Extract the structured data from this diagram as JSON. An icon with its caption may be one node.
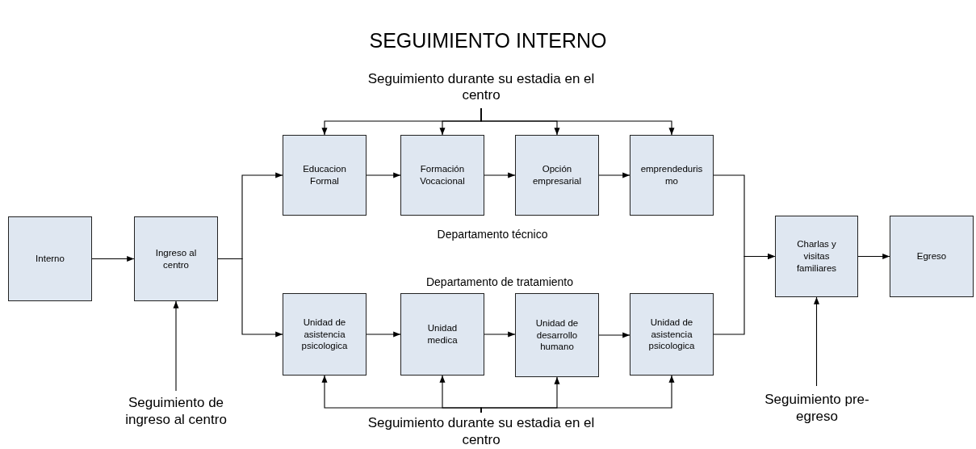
{
  "diagram": {
    "title": "SEGUIMIENTO INTERNO",
    "nodes": [
      {
        "text": [
          "Interno"
        ]
      },
      {
        "text": [
          "Ingreso al centro"
        ]
      },
      {
        "text": [
          "Educacion Formal"
        ]
      },
      {
        "text": [
          "Formación Vocacional"
        ]
      },
      {
        "text": [
          "Opción empresarial"
        ]
      },
      {
        "text": [
          "emprendeduris mo"
        ]
      },
      {
        "text": [
          "Unidad de asistencia psicologica"
        ]
      },
      {
        "text": [
          "Unidad medica"
        ]
      },
      {
        "text": [
          "Unidad de desarrollo humano"
        ]
      },
      {
        "text": [
          "Unidad de asistencia psicologica"
        ]
      },
      {
        "text": [
          "Charlas y visitas familiares"
        ]
      },
      {
        "text": [
          "Egreso"
        ]
      },
      {
        "text": [
          "Seguimiento durante su estadia en el centro"
        ]
      },
      {
        "text": [
          "Seguimiento de ingreso al centro"
        ]
      },
      {
        "text": [
          "Seguimiento durante su estadia en el centro"
        ]
      },
      {
        "text": [
          "Seguimiento pre-egreso"
        ]
      }
    ],
    "edges": [
      {
        "from": 0,
        "to": 1,
        "arrow": "to"
      },
      {
        "from": 1,
        "to": 2,
        "arrow": "to"
      },
      {
        "from": 1,
        "to": 6,
        "arrow": "to"
      },
      {
        "from": 2,
        "to": 3,
        "arrow": "to"
      },
      {
        "from": 3,
        "to": 4,
        "arrow": "to"
      },
      {
        "from": 4,
        "to": 5,
        "arrow": "to"
      },
      {
        "from": 6,
        "to": 7,
        "arrow": "to"
      },
      {
        "from": 7,
        "to": 8,
        "arrow": "to"
      },
      {
        "from": 8,
        "to": 9,
        "arrow": "to"
      },
      {
        "from": 5,
        "to": 10,
        "arrow": "to"
      },
      {
        "from": 9,
        "to": 10,
        "arrow": "to"
      },
      {
        "from": 10,
        "to": 11,
        "arrow": "to"
      },
      {
        "from": 12,
        "to": 2,
        "arrow": "to"
      },
      {
        "from": 12,
        "to": 3,
        "arrow": "to"
      },
      {
        "from": 12,
        "to": 4,
        "arrow": "to"
      },
      {
        "from": 12,
        "to": 5,
        "arrow": "to"
      },
      {
        "from": 14,
        "to": 6,
        "arrow": "to"
      },
      {
        "from": 14,
        "to": 7,
        "arrow": "to"
      },
      {
        "from": 14,
        "to": 8,
        "arrow": "to"
      },
      {
        "from": 14,
        "to": 9,
        "arrow": "to"
      },
      {
        "from": 13,
        "to": 1,
        "arrow": "to"
      },
      {
        "from": 15,
        "to": 10,
        "arrow": "to"
      }
    ],
    "labels": [
      "Departamento técnico",
      "Departamento de tratamiento"
    ]
  }
}
